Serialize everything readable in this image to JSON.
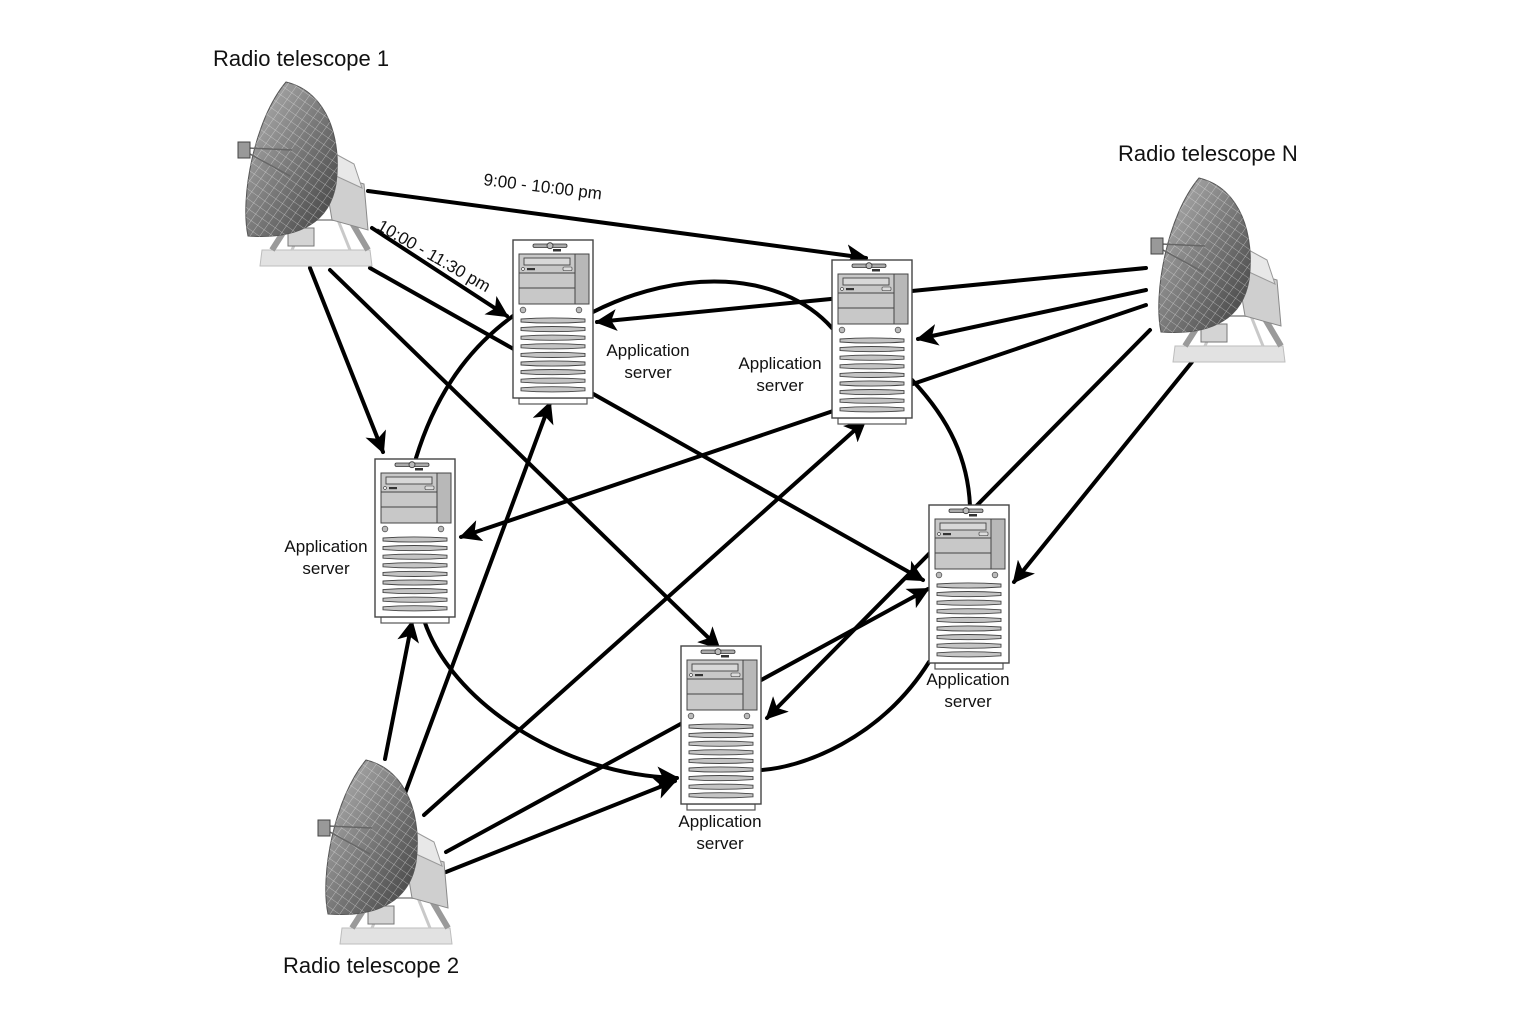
{
  "title": "Radio telescopes streaming observation data to a ring of application servers",
  "telescopes": [
    {
      "id": "t1",
      "label": "Radio telescope 1"
    },
    {
      "id": "t2",
      "label": "Radio telescope 2"
    },
    {
      "id": "tN",
      "label": "Radio telescope N"
    }
  ],
  "servers": [
    {
      "id": "s1",
      "label_line1": "Application",
      "label_line2": "server"
    },
    {
      "id": "s2",
      "label_line1": "Application",
      "label_line2": "server"
    },
    {
      "id": "s3",
      "label_line1": "Application",
      "label_line2": "server"
    },
    {
      "id": "s4",
      "label_line1": "Application",
      "label_line2": "server"
    },
    {
      "id": "s5",
      "label_line1": "Application",
      "label_line2": "server"
    }
  ],
  "link_labels": [
    {
      "edge": "t1-s2",
      "text": "9:00 - 10:00 pm"
    },
    {
      "edge": "t1-s1",
      "text": "10:00 - 11:30 pm"
    }
  ],
  "edges": [
    {
      "from": "t1",
      "to": "s2",
      "arrow": true,
      "label": "9:00 - 10:00 pm"
    },
    {
      "from": "t1",
      "to": "s1",
      "arrow": true,
      "label": "10:00 - 11:30 pm"
    },
    {
      "from": "t1",
      "to": "s4",
      "arrow": true
    },
    {
      "from": "t1",
      "to": "s5",
      "arrow": true
    },
    {
      "from": "t1",
      "to": "s3",
      "arrow": true
    },
    {
      "from": "tN",
      "to": "s1",
      "arrow": true
    },
    {
      "from": "tN",
      "to": "s2",
      "arrow": true
    },
    {
      "from": "tN",
      "to": "s3",
      "arrow": true
    },
    {
      "from": "tN",
      "to": "s4",
      "arrow": true
    },
    {
      "from": "tN",
      "to": "s5",
      "arrow": true
    },
    {
      "from": "t2",
      "to": "s3",
      "arrow": true
    },
    {
      "from": "t2",
      "to": "s1",
      "arrow": true
    },
    {
      "from": "t2",
      "to": "s2",
      "arrow": true
    },
    {
      "from": "t2",
      "to": "s4",
      "arrow": true
    },
    {
      "from": "t2",
      "to": "s5",
      "arrow": true
    }
  ],
  "ring": [
    "s3",
    "s1",
    "s2",
    "s4",
    "s5"
  ]
}
